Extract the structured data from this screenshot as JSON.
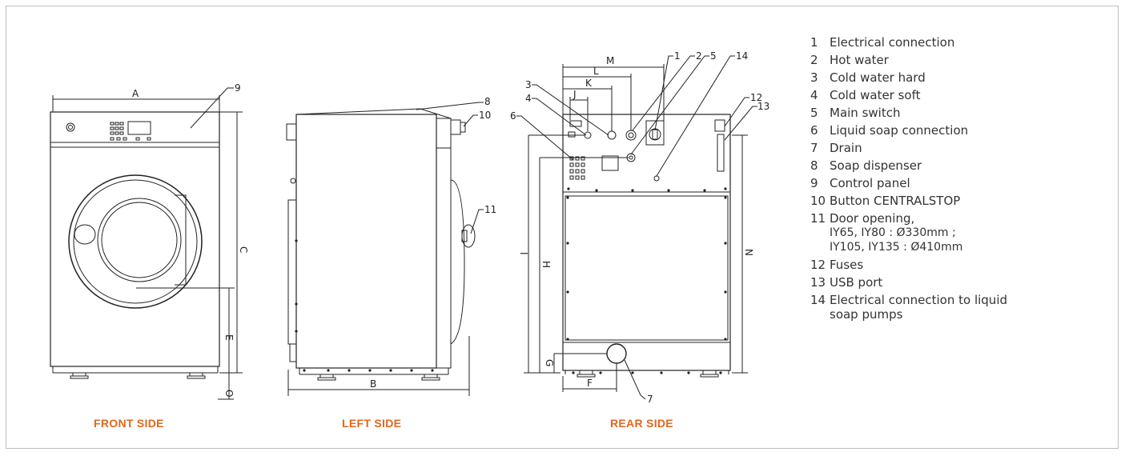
{
  "views": {
    "front": "FRONT SIDE",
    "left": "LEFT SIDE",
    "rear": "REAR SIDE"
  },
  "dimensions": {
    "A": "A",
    "B": "B",
    "C": "C",
    "E": "E",
    "O": "O",
    "M": "M",
    "L": "L",
    "K": "K",
    "J": "J",
    "I": "I",
    "H": "H",
    "N": "N",
    "G": "G",
    "F": "F"
  },
  "callouts": {
    "c1": "1",
    "c2": "2",
    "c3": "3",
    "c4": "4",
    "c5": "5",
    "c6": "6",
    "c7": "7",
    "c8": "8",
    "c9": "9",
    "c10": "10",
    "c11": "11",
    "c12": "12",
    "c13": "13",
    "c14": "14"
  },
  "legend": [
    {
      "num": "1",
      "text": "Electrical connection"
    },
    {
      "num": "2",
      "text": "Hot water"
    },
    {
      "num": "3",
      "text": "Cold water hard"
    },
    {
      "num": "4",
      "text": "Cold water soft"
    },
    {
      "num": "5",
      "text": "Main switch"
    },
    {
      "num": "6",
      "text": "Liquid soap connection"
    },
    {
      "num": "7",
      "text": "Drain"
    },
    {
      "num": "8",
      "text": "Soap dispenser"
    },
    {
      "num": "9",
      "text": "Control panel"
    },
    {
      "num": "10",
      "text": "Button CENTRALSTOP"
    },
    {
      "num": "11",
      "text": "Door opening,",
      "sub": [
        "IY65, IY80 : Ø330mm ;",
        "IY105, IY135 : Ø410mm"
      ]
    },
    {
      "num": "12",
      "text": "Fuses"
    },
    {
      "num": "13",
      "text": "USB port"
    },
    {
      "num": "14",
      "text": "Electrical connection to liquid\nsoap pumps"
    }
  ]
}
